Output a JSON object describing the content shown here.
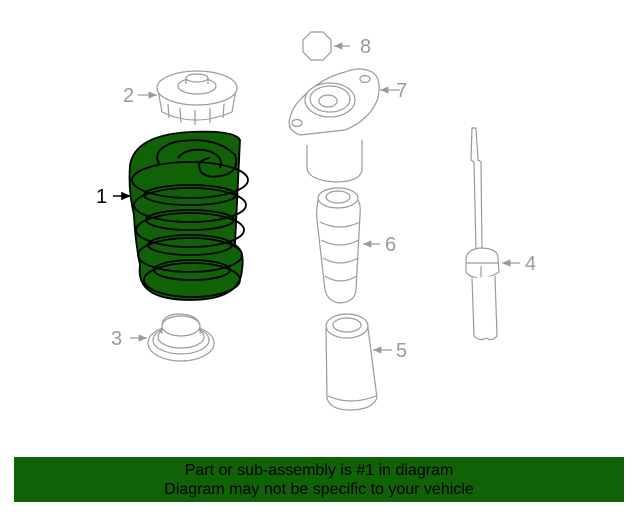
{
  "diagram": {
    "highlight_color": "#116207",
    "line_color": "#9a9a9a",
    "highlighted_part": "1",
    "callouts": [
      {
        "number": "1",
        "part": "coil-spring",
        "highlighted": true
      },
      {
        "number": "2",
        "part": "spring-upper-seat",
        "highlighted": false
      },
      {
        "number": "3",
        "part": "spring-lower-seat",
        "highlighted": false
      },
      {
        "number": "4",
        "part": "shock-absorber",
        "highlighted": false
      },
      {
        "number": "5",
        "part": "dust-boot",
        "highlighted": false
      },
      {
        "number": "6",
        "part": "bump-stop",
        "highlighted": false
      },
      {
        "number": "7",
        "part": "upper-mount",
        "highlighted": false
      },
      {
        "number": "8",
        "part": "nut",
        "highlighted": false
      }
    ]
  },
  "banner": {
    "background": "#116207",
    "line1": "Part or sub-assembly is #1 in diagram",
    "line2": "Diagram may not be specific to your vehicle"
  }
}
